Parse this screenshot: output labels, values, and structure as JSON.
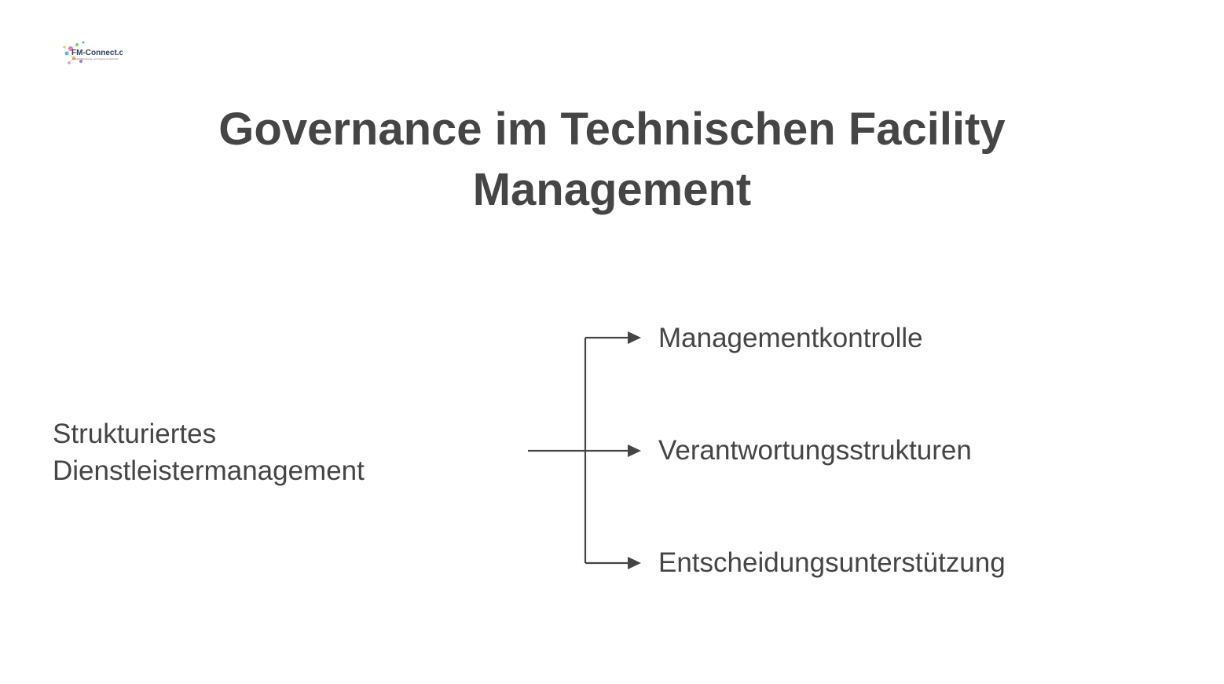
{
  "logo": {
    "text": "FM-Connect.com",
    "tagline": "Das FM-Beratungs- und Ingenieur-Netzwerk"
  },
  "title": {
    "line1": "Governance im Technischen Facility",
    "line2": "Management"
  },
  "diagram": {
    "source": {
      "line1": "Strukturiertes",
      "line2": "Dienstleistermanagement"
    },
    "targets": [
      "Managementkontrolle",
      "Verantwortungsstrukturen",
      "Entscheidungsunterstützung"
    ],
    "line_color": "#454545"
  }
}
